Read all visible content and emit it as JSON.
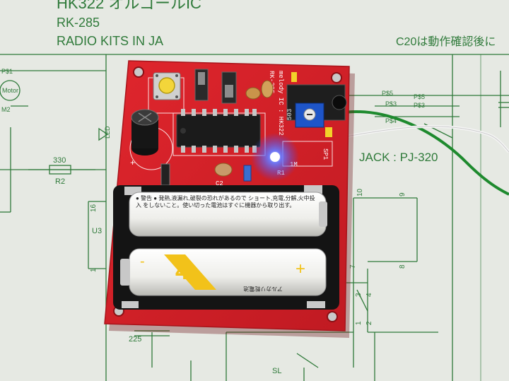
{
  "schematic": {
    "header_lines": [
      "HK322 オルゴールIC",
      "RK-285",
      "RADIO KITS IN JA"
    ],
    "note_right": "C20は動作確認後に",
    "jack_label": "JACK : PJ-320",
    "resistor_value": "330",
    "resistor_name": "R2",
    "cap_value": "225",
    "motor_label": "Motor",
    "chip_label": "U3",
    "pin_labels": [
      "16",
      "10",
      "9",
      "1",
      "7",
      "8",
      "3",
      "4",
      "1",
      "2"
    ],
    "plug_labels": [
      "P$5",
      "P$3",
      "P$5",
      "P$3",
      "P$4"
    ],
    "switch_label": "SL",
    "side_labels": [
      "P$1",
      "M2",
      "LED"
    ]
  },
  "board": {
    "silkscreen_title": "melody IC : HK322",
    "silkscreen_model": "RK-285",
    "silkscreen_misc": [
      "1M",
      "C2",
      "R1",
      "SP1",
      "+"
    ],
    "pot_code": "503",
    "battery_top_text": "● 警告 ● 発熱,液漏れ,破裂の恐れがあるので ショート,充電,分解,火中投入 をしないこと。使い切った電池はすぐに機器から取り出す。",
    "battery_bottom_text": "アルカリ乾電池",
    "battery_mark": "4",
    "battery_plus": "+",
    "battery_minus": "-"
  },
  "colors": {
    "paper": "#e9ece6",
    "schematic_line": "#2f7a3a",
    "pcb_red": "#d8232a",
    "led_blue": "#3a4dff",
    "battery_white": "#f2f2ee",
    "battery_yellow": "#f2c21a"
  }
}
